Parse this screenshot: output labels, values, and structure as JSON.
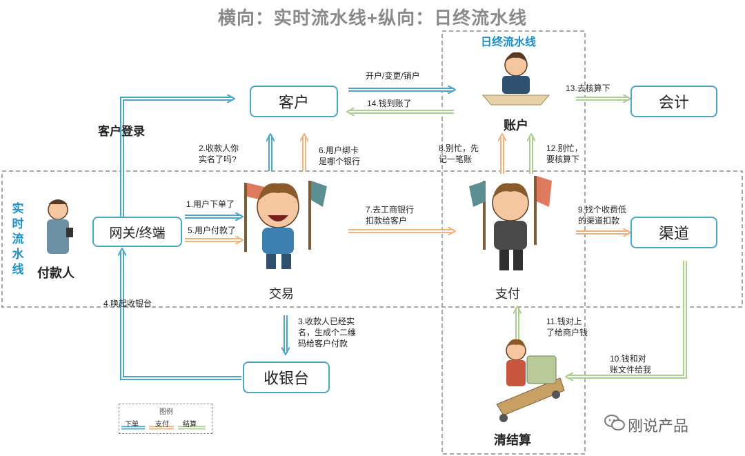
{
  "title": "横向：实时流水线+纵向：日终流水线",
  "regions": {
    "realtime_label": "实\n时\n流\n水\n线",
    "daily_label": "日终流水线"
  },
  "nodes": {
    "customer": "客户",
    "gateway": "网关/终端",
    "cashier": "收银台",
    "accounting": "会计",
    "channel": "渠道"
  },
  "roles": {
    "payer": "付款人",
    "trade": "交易",
    "payment": "支付",
    "account": "账户",
    "clearing": "清结算"
  },
  "edges": {
    "login": "客户登录",
    "e1": "1.用户下单了",
    "e2": "2.收款人你\n实名了吗?",
    "e3": "3.收款人已经实\n名，生成个二维\n码给客户付款",
    "e4": "4.唤起收银台",
    "e5": "5.用户付款了",
    "e6": "6.用户绑卡\n是哪个银行",
    "e7": "7.去工商银行\n扣款给客户",
    "e8": "8.别忙，先\n记一笔账",
    "e9": "9.找个收费低\n的渠道扣款",
    "e10": "10.钱和对\n账文件给我",
    "e11": "11.钱对上\n了给商户钱",
    "e12": "12.别忙，\n要核算下",
    "e13": "13.去核算下",
    "e14": "14.钱到账了",
    "open": "开户/变更/销户"
  },
  "legend": {
    "title": "图例",
    "order": "下单",
    "pay": "支付",
    "settle": "结算"
  },
  "watermark": "刚说产品",
  "colors": {
    "order_blue": "#4aa6c8",
    "pay_orange": "#f0b27a",
    "settle_green": "#a9d08e",
    "title_gray": "#8a8a8a",
    "accent_blue": "#1a8fc9"
  }
}
